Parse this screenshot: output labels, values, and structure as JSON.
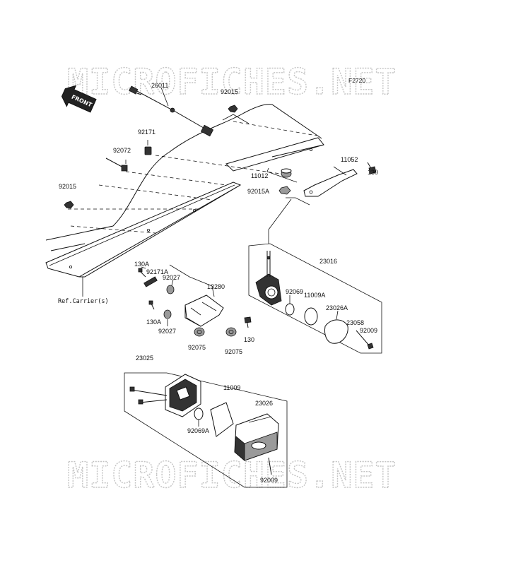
{
  "watermarks": [
    "MICROFICHES.NET",
    "MICROFICHES.NET"
  ],
  "figure_code": "F2720",
  "front_badge": "FRONT",
  "reference_label": "Ref.Carrier(s)",
  "part_labels": {
    "p26011": "26011",
    "p92015_top": "92015",
    "p92171": "92171",
    "p92072": "92072",
    "p92015_left": "92015",
    "p11052": "11052",
    "p130_right": "130",
    "p11012": "11012",
    "p92015A": "92015A",
    "p23016": "23016",
    "p92069": "92069",
    "p11009A": "11009A",
    "p23026A": "23026A",
    "p23058": "23058",
    "p92009_right": "92009",
    "p130A_top": "130A",
    "p92171A": "92171A",
    "p92027_top": "92027",
    "p13280": "13280",
    "p130A_bottom": "130A",
    "p92027_bottom": "92027",
    "p92075_left": "92075",
    "p92075_right": "92075",
    "p130_bottom": "130",
    "p23025": "23025",
    "p11009": "11009",
    "p23026": "23026",
    "p92069A": "92069A",
    "p92009_bottom": "92009"
  }
}
